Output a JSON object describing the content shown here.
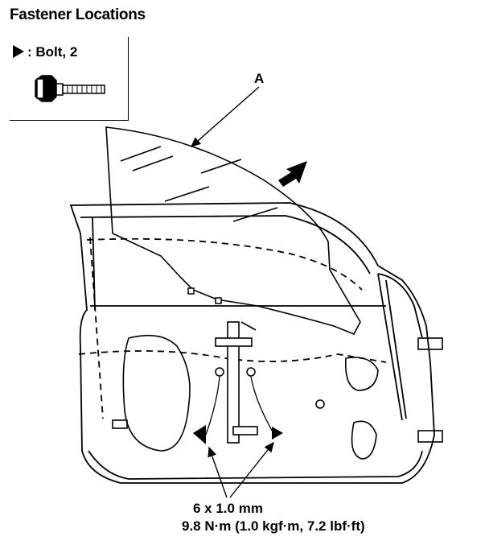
{
  "header": {
    "title": "Fastener Locations"
  },
  "legend": {
    "symbol": "black-triangle-icon",
    "text": ": Bolt, 2",
    "icon": "bolt-icon"
  },
  "callouts": {
    "part_label": "A"
  },
  "torque_spec": {
    "size": "6 x 1.0 mm",
    "torque": "9.8 N·m (1.0 kgf·m, 7.2 lbf·ft)"
  }
}
